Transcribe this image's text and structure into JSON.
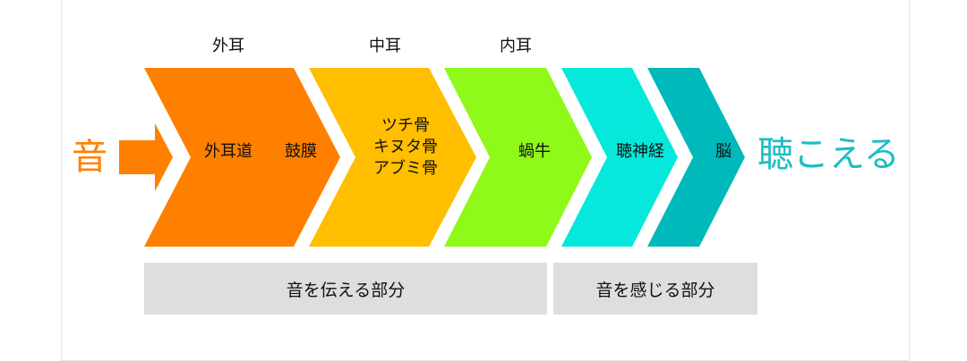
{
  "colors": {
    "orange": "#FF8000",
    "yellow": "#FFBE00",
    "green": "#8FF91A",
    "cyan": "#06E8DB",
    "teal": "#00B9BA",
    "hear_text": "#1BBEC2"
  },
  "section_labels": {
    "outer_ear": "外耳",
    "middle_ear": "中耳",
    "inner_ear": "内耳"
  },
  "start_label": "音",
  "end_label": "聴こえる",
  "stages": {
    "outer_1": "外耳道",
    "outer_2": "鼓膜",
    "middle": [
      "ツチ骨",
      "キヌタ骨",
      "アブミ骨"
    ],
    "inner": "蝸牛",
    "nerve": "聴神経",
    "brain": "脳"
  },
  "groups": {
    "transmit": "音を伝える部分",
    "sense": "音を感じる部分"
  }
}
